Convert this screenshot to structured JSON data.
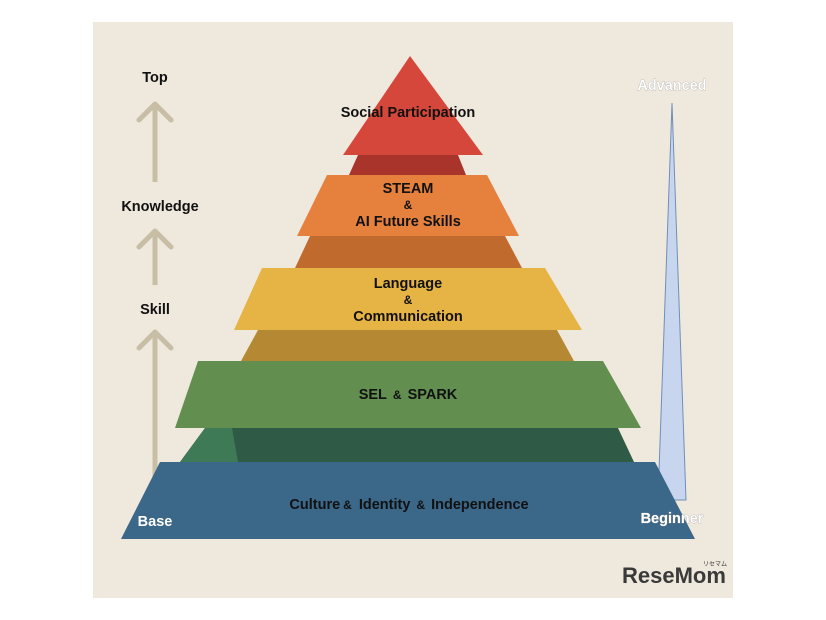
{
  "colors": {
    "background": "#efe8dd",
    "arrow": "#c8bea5",
    "tier_base_front": "#3b6789",
    "tier_base_shadow": "#2f5470",
    "tier_sel_front": "#628e50",
    "tier_sel_shadow": "#2f5a45",
    "tier_sel_left": "#3f7a56",
    "tier_lang_front": "#e6b345",
    "tier_lang_shadow": "#b58833",
    "tier_steam_front": "#e5813d",
    "tier_steam_shadow": "#c06a2e",
    "tier_social_front": "#d5473a",
    "tier_social_shadow": "#a8342b",
    "spike_fill": "#c7d6ee",
    "spike_stroke": "#6f8fb8",
    "logo": "#3a3a3a"
  },
  "tiers": {
    "social": {
      "line1": "Social Participation"
    },
    "steam": {
      "line1": "STEAM",
      "amp": "&",
      "line3": "AI Future Skills"
    },
    "language": {
      "line1": "Language",
      "amp": "&",
      "line3": "Communication"
    },
    "sel": {
      "left": "SEL",
      "amp": "&",
      "right": "SPARK"
    },
    "base": {
      "part1": "Culture",
      "amp1": "&",
      "part2": "Identity",
      "amp2": "&",
      "part3": "Independence"
    }
  },
  "left_axis": {
    "top": "Top",
    "knowledge": "Knowledge",
    "skill": "Skill",
    "base": "Base"
  },
  "right_axis": {
    "advanced": "Advanced",
    "beginner": "Beginner"
  },
  "logo": {
    "text": "ReseMom",
    "small": "リセマム"
  }
}
